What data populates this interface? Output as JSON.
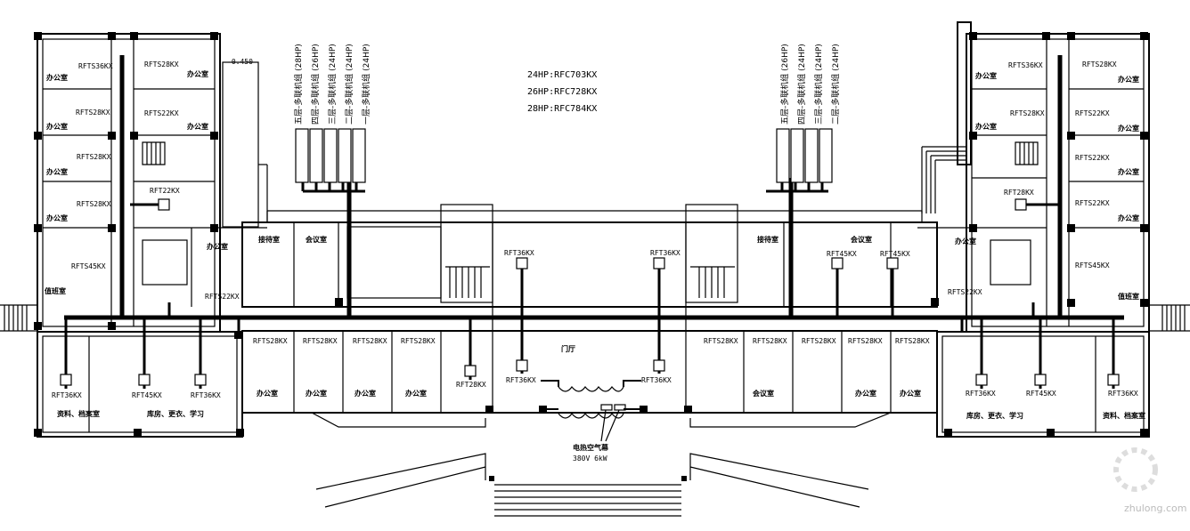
{
  "title": "HVAC floor plan",
  "model_list": [
    "24HP:RFC703KX",
    "26HP:RFC728KX",
    "28HP:RFC784KX"
  ],
  "outdoor_units_left": [
    "五层-多联机组 (28HP)",
    "四层-多联机组 (26HP)",
    "三层-多联机组 (24HP)",
    "二层-多联机组 (24HP)",
    "一层-多联机组 (24HP)"
  ],
  "outdoor_units_right": [
    "五层-多联机组 (26HP)",
    "四层-多联机组 (24HP)",
    "三层-多联机组 (24HP)",
    "二层-多联机组 (24HP)"
  ],
  "left_wing_units": [
    "RFTS36KX",
    "RFTS28KX",
    "RFTS28KX",
    "RFTS22KX",
    "RFTS28KX",
    "RFT22KX",
    "RFTS28KX",
    "RFTS45KX",
    "RFTS22KX"
  ],
  "left_bottom_units": [
    "RFT36KX",
    "RFT45KX",
    "RFT36KX"
  ],
  "middle_units": [
    "RFTS28KX",
    "RFTS28KX",
    "RFTS28KX",
    "RFTS28KX",
    "RFT28KX",
    "RFT36KX",
    "RFT36KX",
    "RFT36KX",
    "RFT36KX"
  ],
  "right_middle_units": [
    "RFTS28KX",
    "RFTS28KX",
    "RFTS28KX",
    "RFTS28KX",
    "RFTS28KX",
    "RFT45KX",
    "RFT45KX",
    "RFTS22KX"
  ],
  "right_wing_units": [
    "RFTS36KX",
    "RFTS28KX",
    "RFTS28KX",
    "RFTS22KX",
    "RFTS22KX",
    "RFT28KX",
    "RFTS22KX",
    "RFTS45KX"
  ],
  "right_bottom_units": [
    "RFT36KX",
    "RFT45KX",
    "RFT36KX"
  ],
  "rooms": {
    "office": "办公室",
    "meeting": "会议室",
    "lobby": "门厅",
    "bottom_left_a": "资料、档案室",
    "bottom_left_b": "库房、更衣、学习",
    "bottom_right_a": "库房、更衣、学习",
    "bottom_right_b": "资料、档案室",
    "duty": "值班室",
    "reception": "接待室"
  },
  "level_mark": "-0.450",
  "air_curtain": {
    "label": "电热空气幕",
    "spec": "380V 6kW"
  },
  "watermark": "zhulong.com"
}
